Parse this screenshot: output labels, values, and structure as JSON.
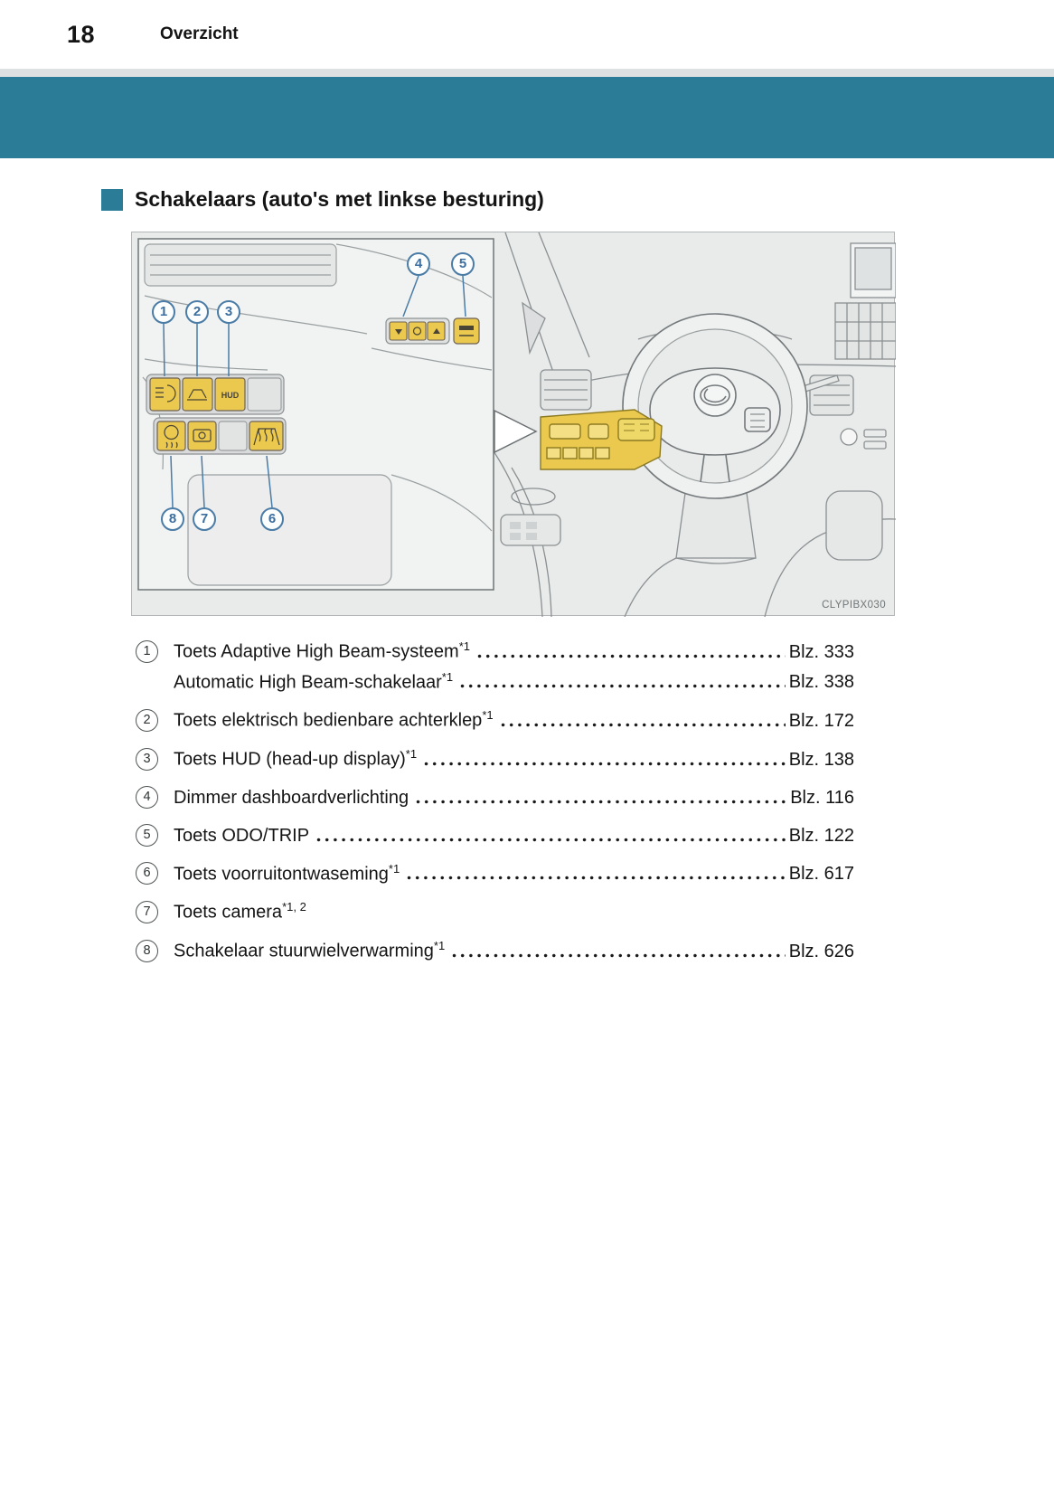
{
  "colors": {
    "band_teal": "#2b7d97",
    "callout_blue": "#4a7ca6",
    "switch_highlight_yellow": "#eac94e"
  },
  "header": {
    "page_number": "18",
    "chapter_title": "Overzicht"
  },
  "section": {
    "heading": "Schakelaars (auto's met linkse besturing)"
  },
  "figure": {
    "watermark": "CLYPIBX030",
    "hud_switch_label": "HUD",
    "callouts": [
      "1",
      "2",
      "3",
      "4",
      "5",
      "6",
      "7",
      "8"
    ]
  },
  "items": [
    {
      "num": "1",
      "lines": [
        {
          "text": "Toets Adaptive High Beam-systeem",
          "sup": "*1",
          "page": "Blz. 333"
        },
        {
          "text": "Automatic High Beam-schakelaar",
          "sup": "*1",
          "page": "Blz. 338"
        }
      ]
    },
    {
      "num": "2",
      "lines": [
        {
          "text": "Toets elektrisch bedienbare achterklep",
          "sup": "*1",
          "page": "Blz. 172"
        }
      ]
    },
    {
      "num": "3",
      "lines": [
        {
          "text": "Toets HUD (head-up display)",
          "sup": "*1",
          "page": "Blz. 138"
        }
      ]
    },
    {
      "num": "4",
      "lines": [
        {
          "text": "Dimmer dashboardverlichting",
          "sup": "",
          "page": "Blz. 116"
        }
      ]
    },
    {
      "num": "5",
      "lines": [
        {
          "text": "Toets ODO/TRIP",
          "sup": "",
          "page": "Blz. 122"
        }
      ]
    },
    {
      "num": "6",
      "lines": [
        {
          "text": "Toets voorruitontwaseming",
          "sup": "*1",
          "page": "Blz. 617"
        }
      ]
    },
    {
      "num": "7",
      "lines": [
        {
          "text": "Toets camera",
          "sup": "*1, 2",
          "page": ""
        }
      ]
    },
    {
      "num": "8",
      "lines": [
        {
          "text": "Schakelaar stuurwielverwarming",
          "sup": "*1",
          "page": "Blz. 626"
        }
      ]
    }
  ]
}
